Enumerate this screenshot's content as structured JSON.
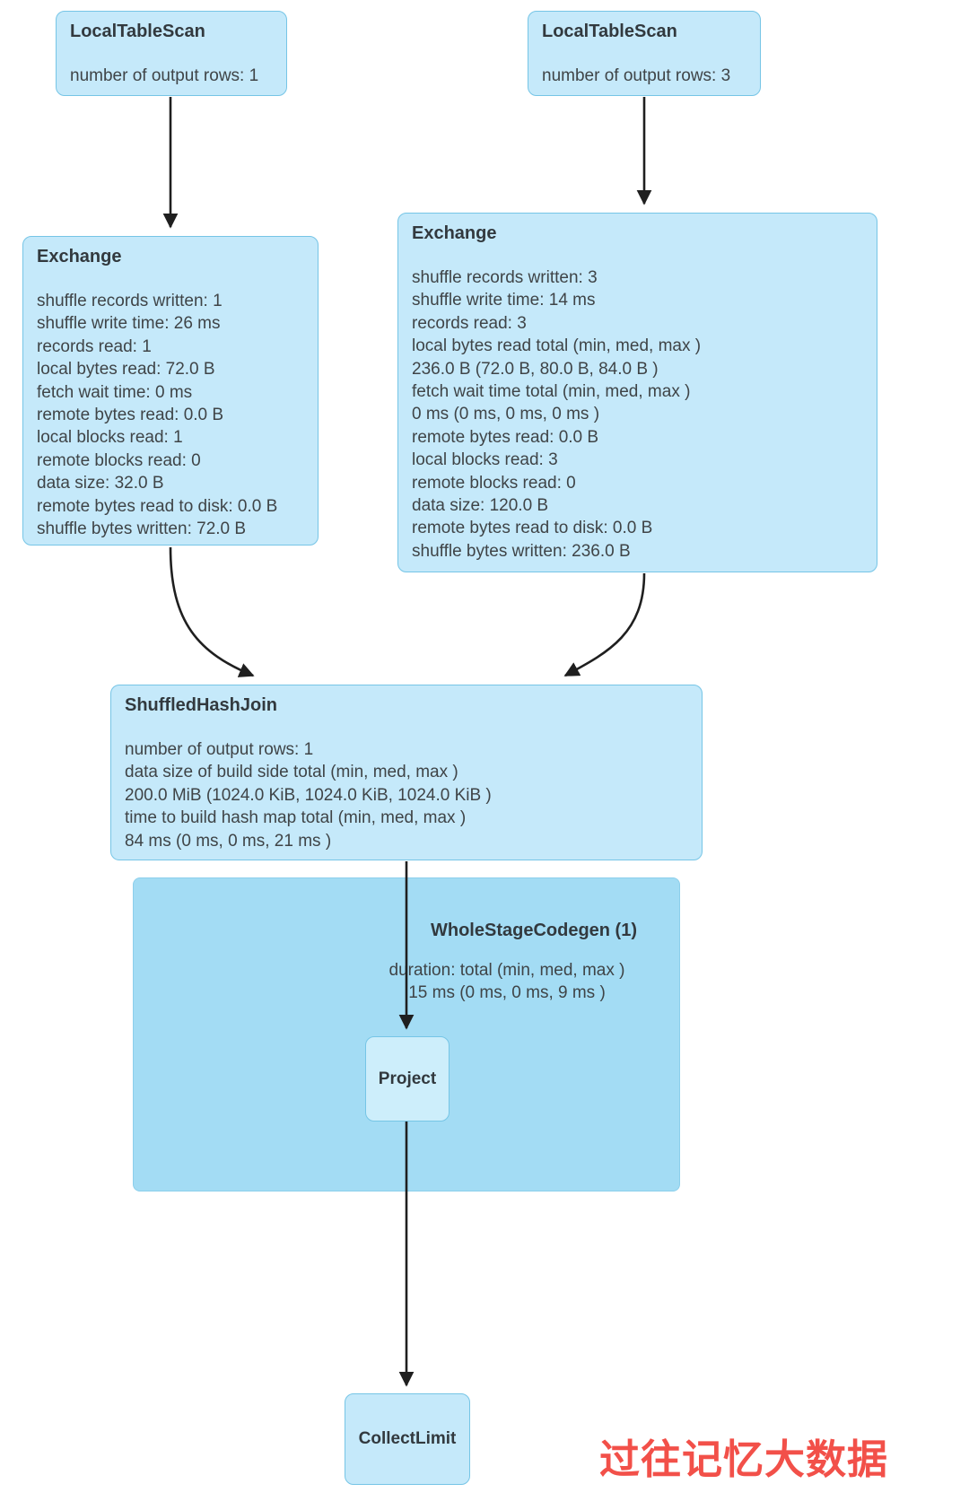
{
  "colors": {
    "node-fill": "#c5e9fa",
    "node-border": "#76c5e6",
    "container-fill": "#a3dcf4",
    "container-border": "#8ccfeb",
    "project-fill": "#cdeefb",
    "arrow": "#1f1f1f",
    "title-text": "#32393e",
    "body-text": "#3f4447",
    "watermark": "#f25049"
  },
  "nodes": {
    "local_table_scan_left": {
      "title": "LocalTableScan",
      "metrics": [
        "number of output rows: 1"
      ]
    },
    "local_table_scan_right": {
      "title": "LocalTableScan",
      "metrics": [
        "number of output rows: 3"
      ]
    },
    "exchange_left": {
      "title": "Exchange",
      "metrics": [
        "shuffle records written: 1",
        "shuffle write time: 26 ms",
        "records read: 1",
        "local bytes read: 72.0 B",
        "fetch wait time: 0 ms",
        "remote bytes read: 0.0 B",
        "local blocks read: 1",
        "remote blocks read: 0",
        "data size: 32.0 B",
        "remote bytes read to disk: 0.0 B",
        "shuffle bytes written: 72.0 B"
      ]
    },
    "exchange_right": {
      "title": "Exchange",
      "metrics": [
        "shuffle records written: 3",
        "shuffle write time: 14 ms",
        "records read: 3",
        "local bytes read total (min, med, max )",
        "236.0 B (72.0 B, 80.0 B, 84.0 B )",
        "fetch wait time total (min, med, max )",
        "0 ms (0 ms, 0 ms, 0 ms )",
        "remote bytes read: 0.0 B",
        "local blocks read: 3",
        "remote blocks read: 0",
        "data size: 120.0 B",
        "remote bytes read to disk: 0.0 B",
        "shuffle bytes written: 236.0 B"
      ]
    },
    "shuffled_hash_join": {
      "title": "ShuffledHashJoin",
      "metrics": [
        "number of output rows: 1",
        "data size of build side total (min, med, max )",
        "200.0 MiB (1024.0 KiB, 1024.0 KiB, 1024.0 KiB )",
        "time to build hash map total (min, med, max )",
        "84 ms (0 ms, 0 ms, 21 ms )"
      ]
    },
    "whole_stage_codegen": {
      "title": "WholeStageCodegen (1)",
      "metrics": [
        "duration: total (min, med, max )",
        "15 ms (0 ms, 0 ms, 9 ms )"
      ]
    },
    "project": {
      "title": "Project"
    },
    "collect_limit": {
      "title": "CollectLimit"
    }
  },
  "watermark": {
    "text": "过往记忆大数据"
  }
}
